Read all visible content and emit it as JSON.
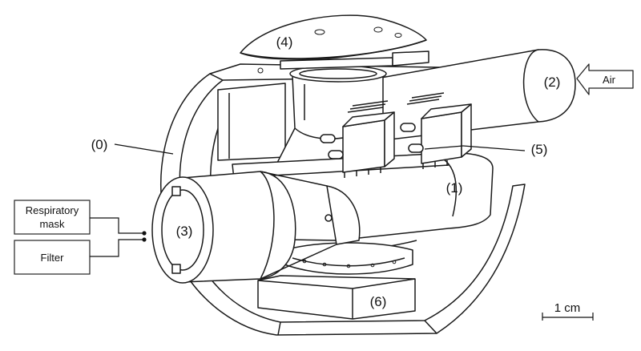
{
  "labels": {
    "frame": "(0)",
    "chamber": "(1)",
    "air_tube": "(2)",
    "mouthpiece": "(3)",
    "cap": "(4)",
    "sensors": "(5)",
    "base": "(6)"
  },
  "air_label": "Air",
  "side_boxes": {
    "mask_line1": "Respiratory",
    "mask_line2": "mask",
    "filter": "Filter"
  },
  "scale_bar": "1 cm"
}
